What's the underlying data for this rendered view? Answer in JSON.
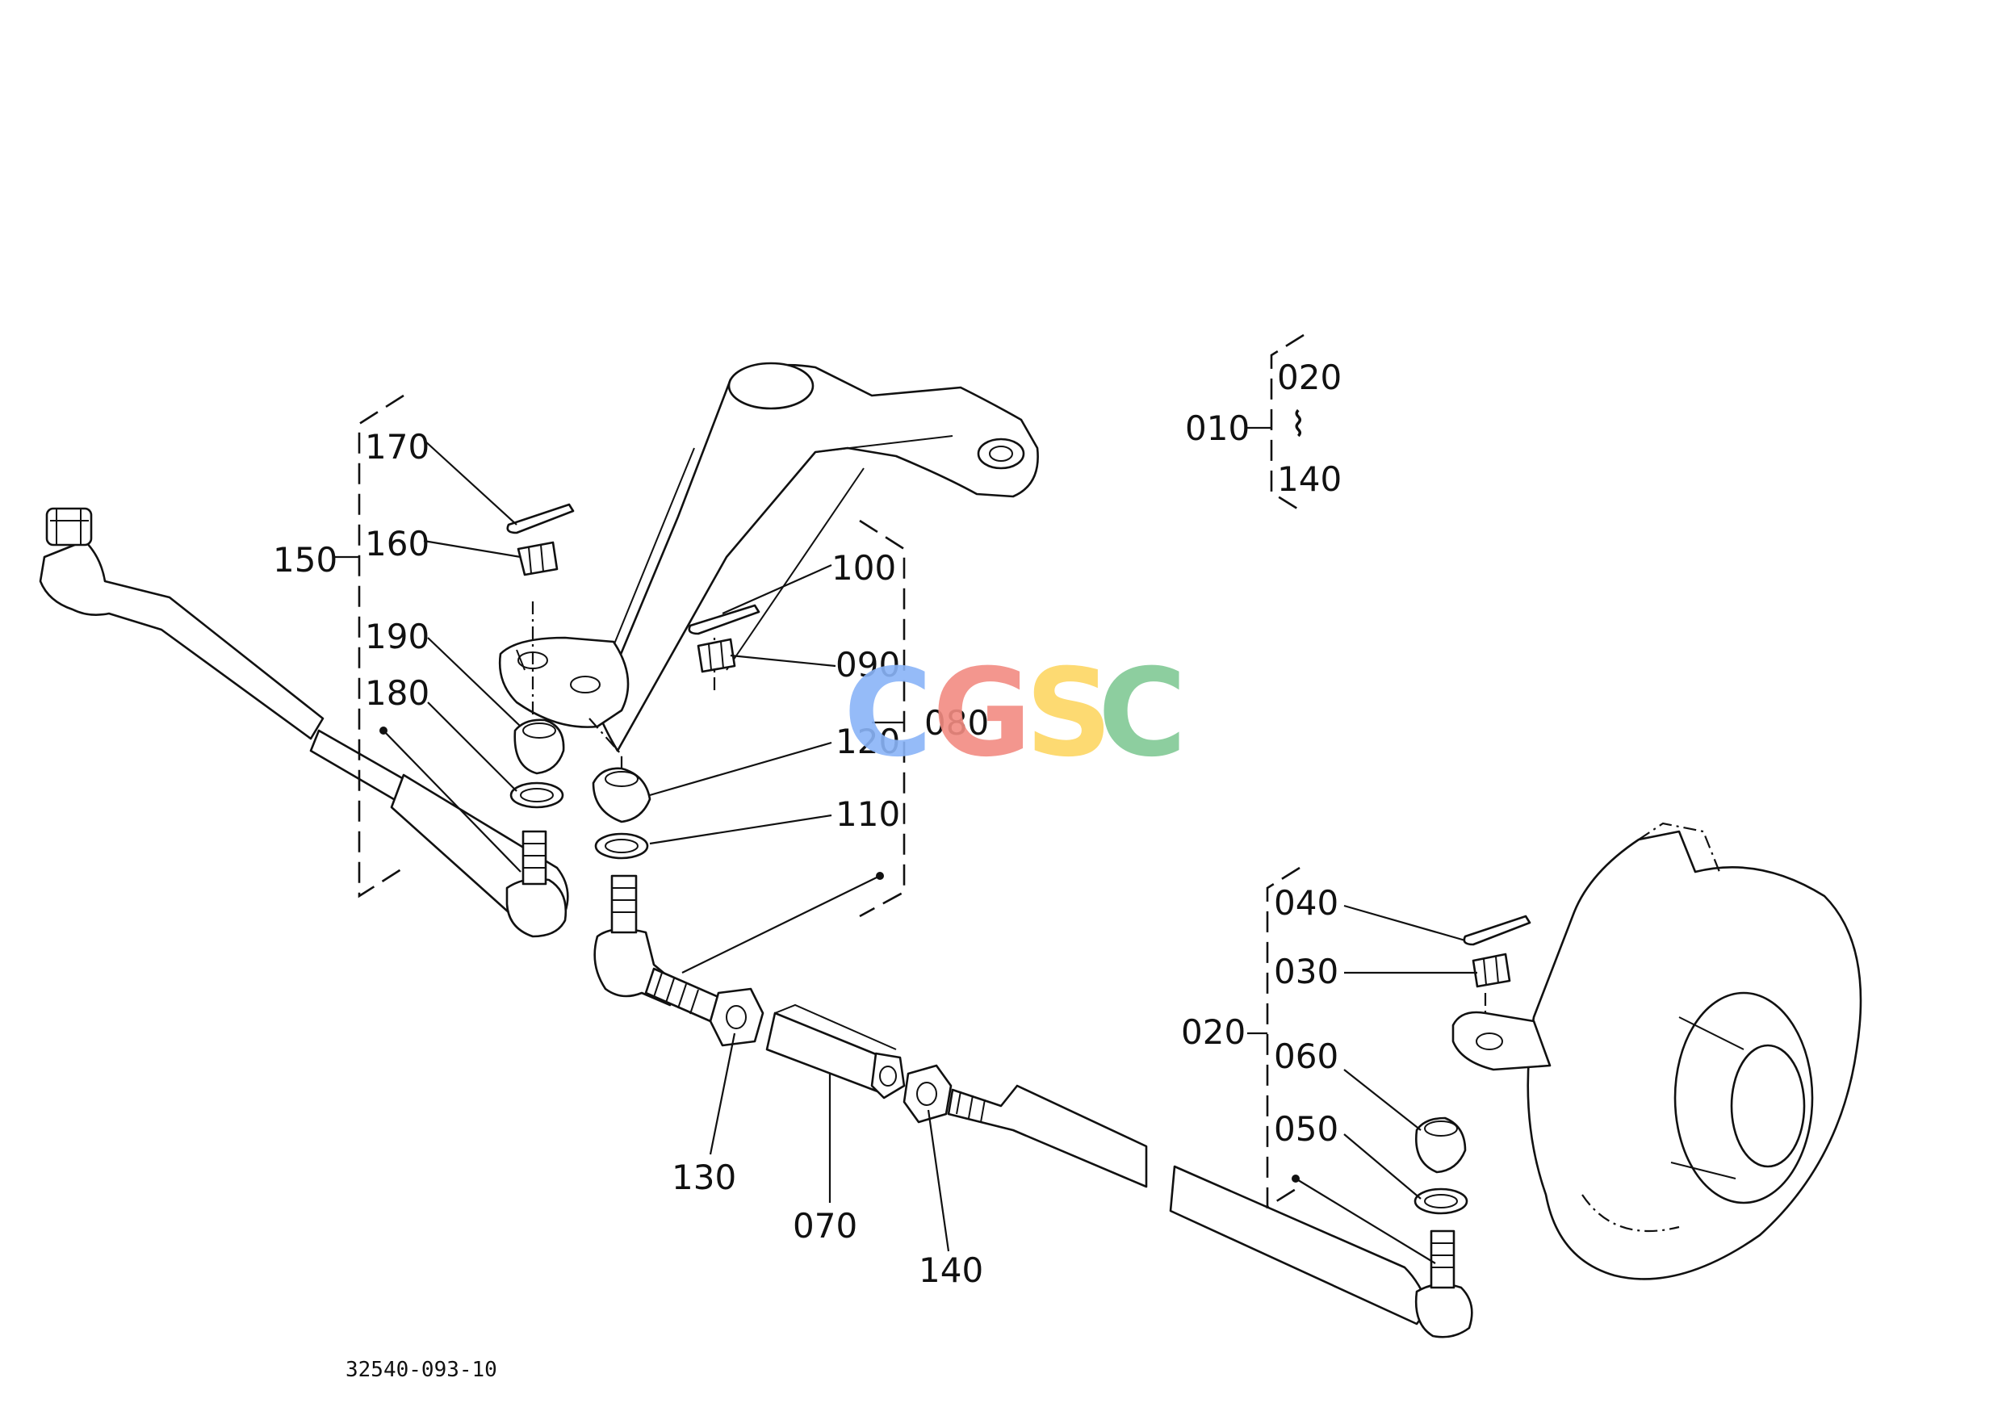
{
  "callouts": {
    "c010": "010",
    "c020a": "020",
    "c140a": "140",
    "c020b": "020",
    "c030": "030",
    "c040": "040",
    "c050": "050",
    "c060": "060",
    "c070": "070",
    "c080": "080",
    "c090": "090",
    "c100": "100",
    "c110": "110",
    "c120": "120",
    "c130": "130",
    "c140b": "140",
    "c150": "150",
    "c160": "160",
    "c170": "170",
    "c180": "180",
    "c190": "190"
  },
  "range_separator": "⌇",
  "drawing_number": "32540-093-10",
  "watermark": {
    "letters": [
      "C",
      "G",
      "S",
      "C"
    ],
    "colors": [
      "#8ab4f8",
      "#f28b82",
      "#fdd663",
      "#81c995"
    ]
  }
}
